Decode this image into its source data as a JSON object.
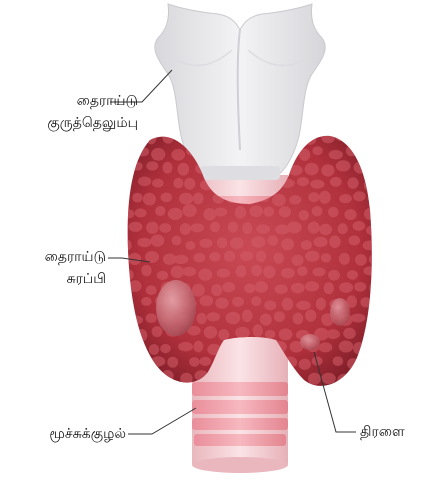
{
  "labels": {
    "thyroid_cartilage": {
      "line1": "தைராய்டு",
      "line2": "குருத்தெலும்பு"
    },
    "thyroid_gland": {
      "line1": "தைராய்டு",
      "line2": "சுரப்பி"
    },
    "trachea": {
      "text": "மூச்சுக்குழல்"
    },
    "nodule": {
      "text": "திரளை"
    }
  },
  "colors": {
    "gland": "#b5333f",
    "gland_dark": "#7c1d27",
    "cartilage": "#e6e6e9",
    "trachea_ring": "#f2a3ae",
    "trachea_band": "#f8d8dc",
    "leader_line": "#333333"
  }
}
